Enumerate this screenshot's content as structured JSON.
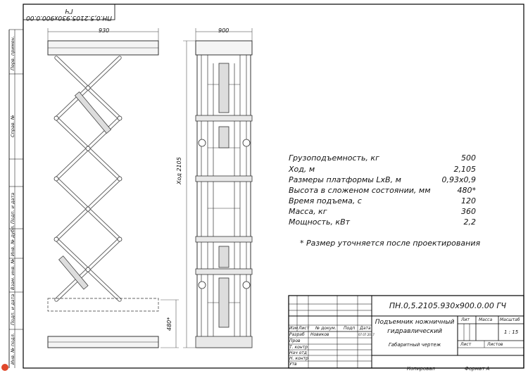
{
  "stamp_top": "ПН.0,5.2105.930x900.0.00 ГЧ",
  "side_stamps": [
    "Перв. примен.",
    "Справ. №",
    "Подп. и дата",
    "Инв. № дубл.",
    "Взам. инв. №",
    "Подп. и дата",
    "Инв. № подл."
  ],
  "dimensions": {
    "width_side": "930",
    "width_front": "900",
    "stroke": "Ход 2105",
    "closed_height": "480*"
  },
  "specs": [
    {
      "label": "Грузоподъемность, кг",
      "value": "500"
    },
    {
      "label": "Ход, м",
      "value": "2,105"
    },
    {
      "label": "Размеры платформы LxB, м",
      "value": "0,93x0,9"
    },
    {
      "label": "Высота в сложеном состоянии, мм",
      "value": "480*"
    },
    {
      "label": "Время подъема, с",
      "value": "120"
    },
    {
      "label": "Масса, кг",
      "value": "360"
    },
    {
      "label": "Мощность, кВт",
      "value": "2,2"
    }
  ],
  "note": "* Размер уточняется после проектирования",
  "title_block": {
    "designation": "ПН.0,5.2105.930х900.0.00 ГЧ",
    "name_line1": "Подъемник ножничный",
    "name_line2": "гидравлический",
    "doc_type": "Габаритный чертеж",
    "col_lit": "Лит",
    "col_mass": "Масса",
    "col_scale": "Масштаб",
    "scale": "1 : 15",
    "sheet": "Лист",
    "sheets": "Листов",
    "rev_headers": [
      "Изм",
      "Лист",
      "№ докум.",
      "Подп",
      "Дата"
    ],
    "roles": [
      "Разраб",
      "Пров",
      "Т. контр",
      "Нач отд",
      "Н. контр",
      "Утв"
    ],
    "developer": "Новиков",
    "date": "07.07.2017",
    "copied": "Копировал",
    "format": "Формат A"
  }
}
